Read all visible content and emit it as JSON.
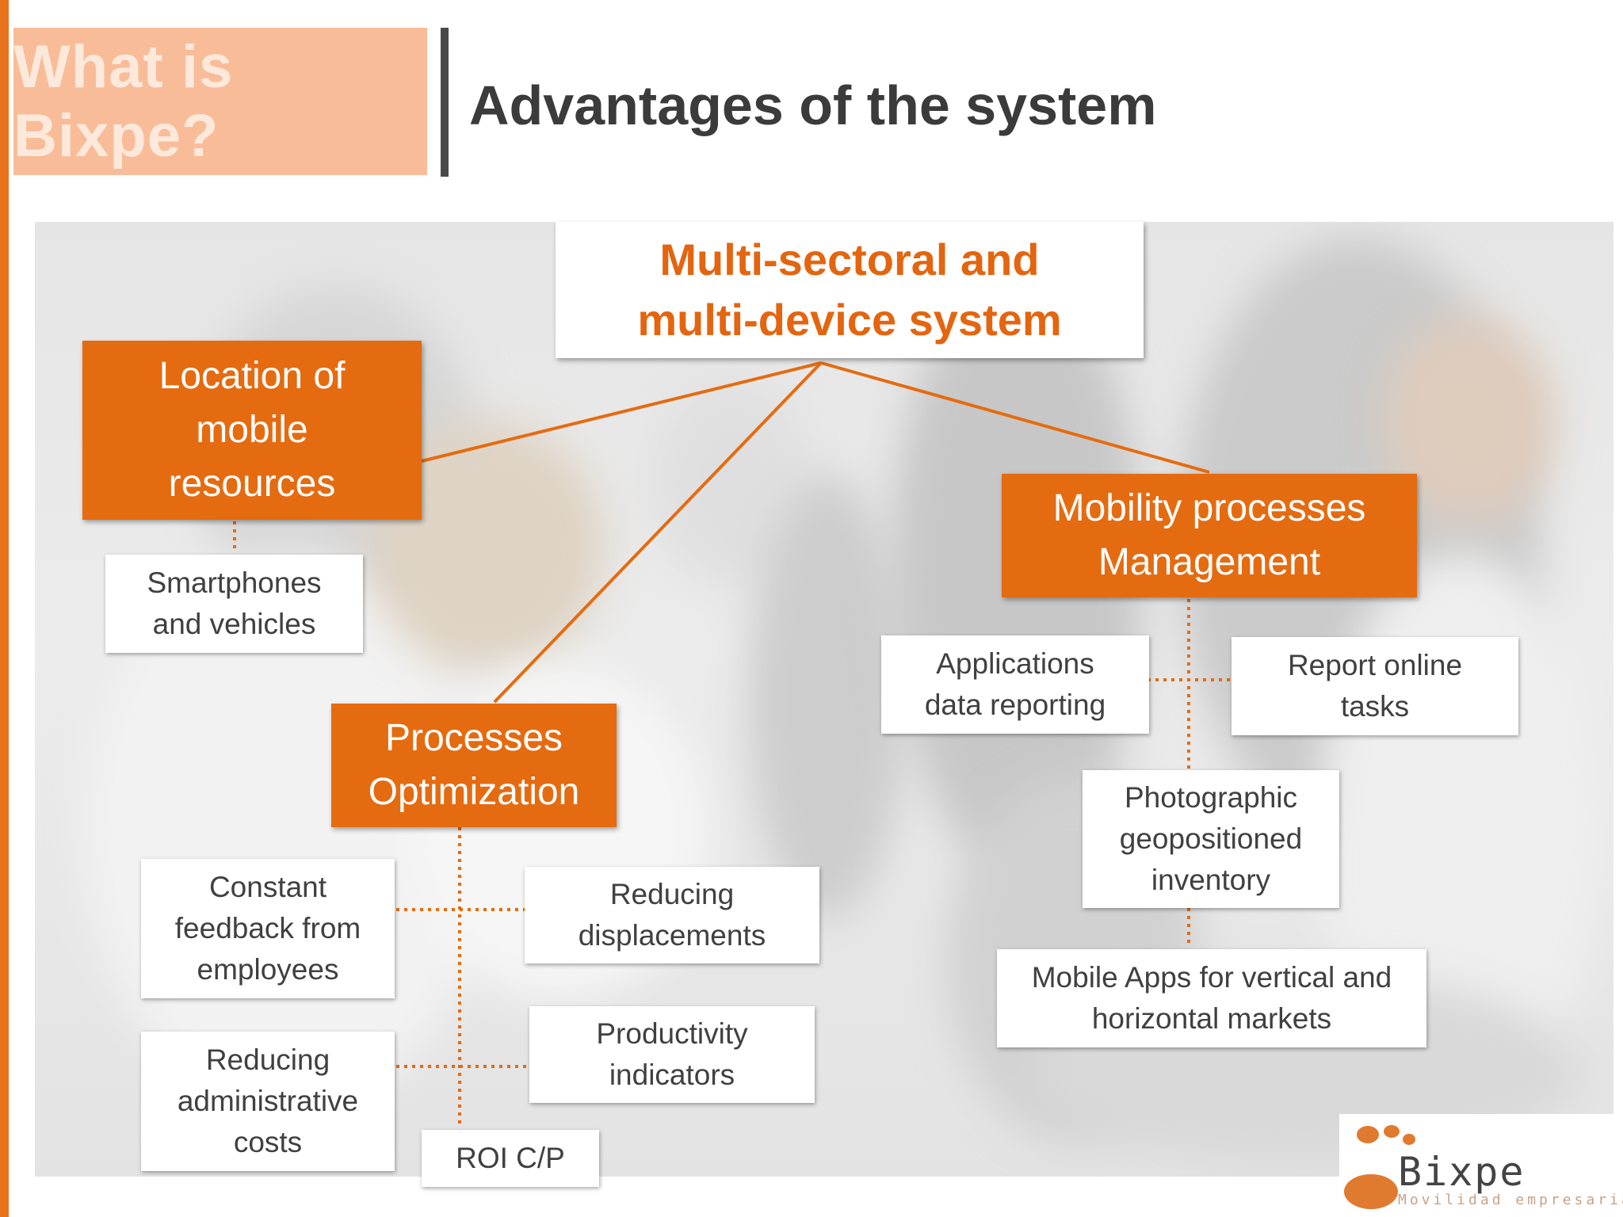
{
  "header": {
    "tag": "What is Bixpe?",
    "title": "Advantages of the system"
  },
  "diagram": {
    "central": "Multi-sectoral and\nmulti-device system",
    "branches": {
      "location": {
        "label": "Location of\nmobile\nresources",
        "children": [
          "Smartphones\nand  vehicles"
        ]
      },
      "processes": {
        "label": "Processes\nOptimization",
        "children": [
          "Constant\nfeedback from\nemployees",
          "Reducing\ndisplacements",
          "Reducing\nadministrative\ncosts",
          "Productivity\nindicators",
          "ROI C/P"
        ]
      },
      "mobility": {
        "label": "Mobility processes\nManagement",
        "children": [
          "Applications\ndata reporting",
          "Report online\ntasks",
          "Photographic\ngeopositioned\ninventory",
          "Mobile Apps for vertical and\nhorizontal markets"
        ]
      }
    }
  },
  "logo": {
    "name": "Bixpe",
    "tagline": "Movilidad empresarial"
  },
  "colors": {
    "accent": "#e56b10",
    "tag_background": "#f8bd98",
    "title_text": "#3b3b3b"
  }
}
